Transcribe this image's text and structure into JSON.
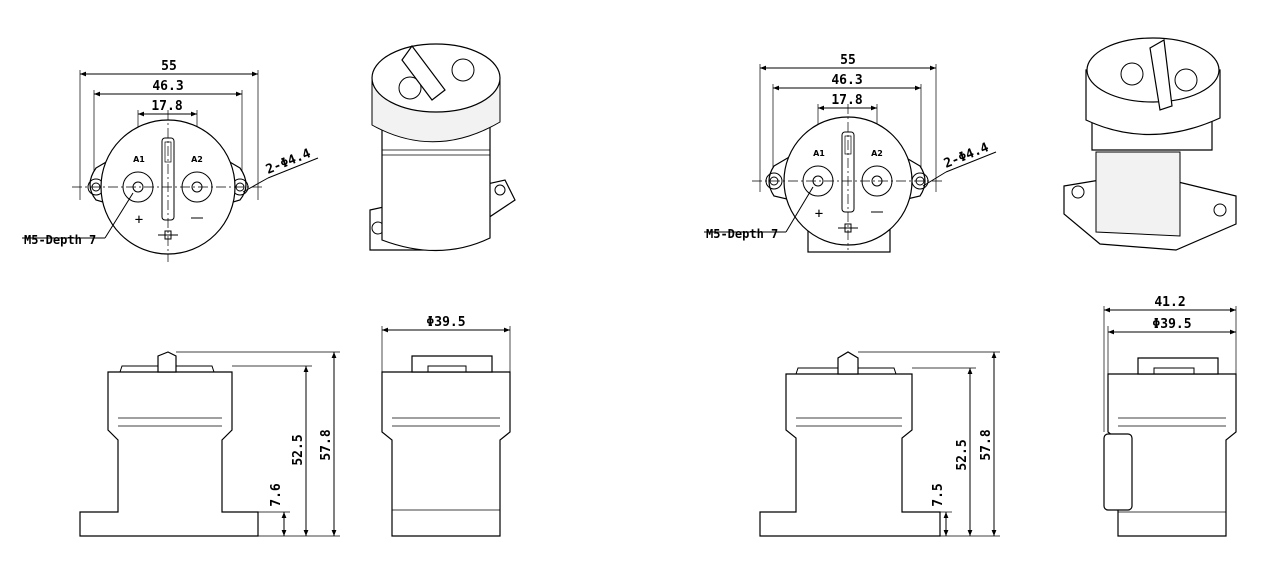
{
  "variants": [
    {
      "top": {
        "overall": "55",
        "hole_pitch": "46.3",
        "terminal_pitch": "17.8",
        "mount_hole": "2-Φ4.4",
        "thread": "M5-Depth 7",
        "pin_a1": "A1",
        "pin_a2": "A2"
      },
      "side": {
        "total_height": "57.8",
        "body_height": "52.5",
        "flange_height": "7.6"
      },
      "front": {
        "diameter": "Φ39.5"
      }
    },
    {
      "top": {
        "overall": "55",
        "hole_pitch": "46.3",
        "terminal_pitch": "17.8",
        "mount_hole": "2-Φ4.4",
        "thread": "M5-Depth 7",
        "pin_a1": "A1",
        "pin_a2": "A2"
      },
      "side": {
        "total_height": "57.8",
        "body_height": "52.5",
        "flange_height": "7.5"
      },
      "front": {
        "width": "41.2",
        "diameter": "Φ39.5"
      }
    }
  ],
  "icons": [
    "3d-view-relay",
    "3d-view-relay-with-bracket"
  ],
  "colors": {
    "line": "#000000",
    "background": "#ffffff",
    "shade": "#f2f2f2"
  }
}
